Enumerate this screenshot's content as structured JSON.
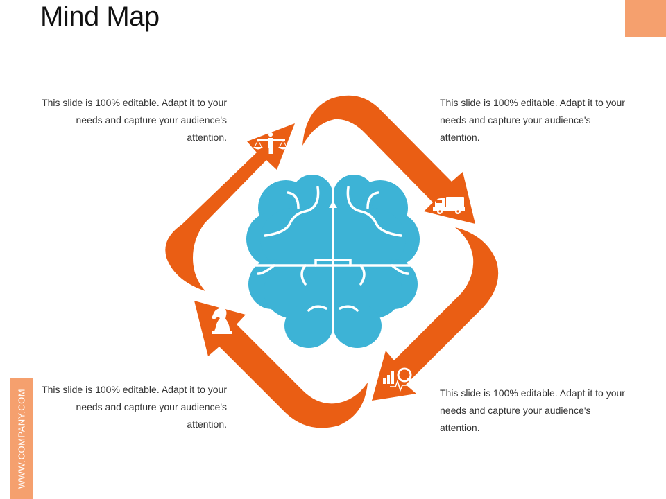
{
  "title": "Mind Map",
  "side_tab": "WWW.COMPANY.COM",
  "colors": {
    "arrow": "#ea5e14",
    "brain": "#3db3d6",
    "accent": "#f5a06e"
  },
  "blocks": [
    {
      "id": "top-left",
      "icon": "scales-justice-icon",
      "text": "This slide is 100% editable. Adapt it to your needs and capture your audience's attention."
    },
    {
      "id": "top-right",
      "icon": "delivery-truck-icon",
      "text": "This slide is 100% editable. Adapt it to your needs and capture your audience's attention."
    },
    {
      "id": "bottom-right",
      "icon": "chart-magnifier-icon",
      "text": "This slide is 100% editable. Adapt it to your needs and capture your audience's attention."
    },
    {
      "id": "bottom-left",
      "icon": "chess-knight-icon",
      "text": "This slide is 100% editable. Adapt it to your needs and capture your audience's attention."
    }
  ],
  "center_icon": "brain-icon"
}
